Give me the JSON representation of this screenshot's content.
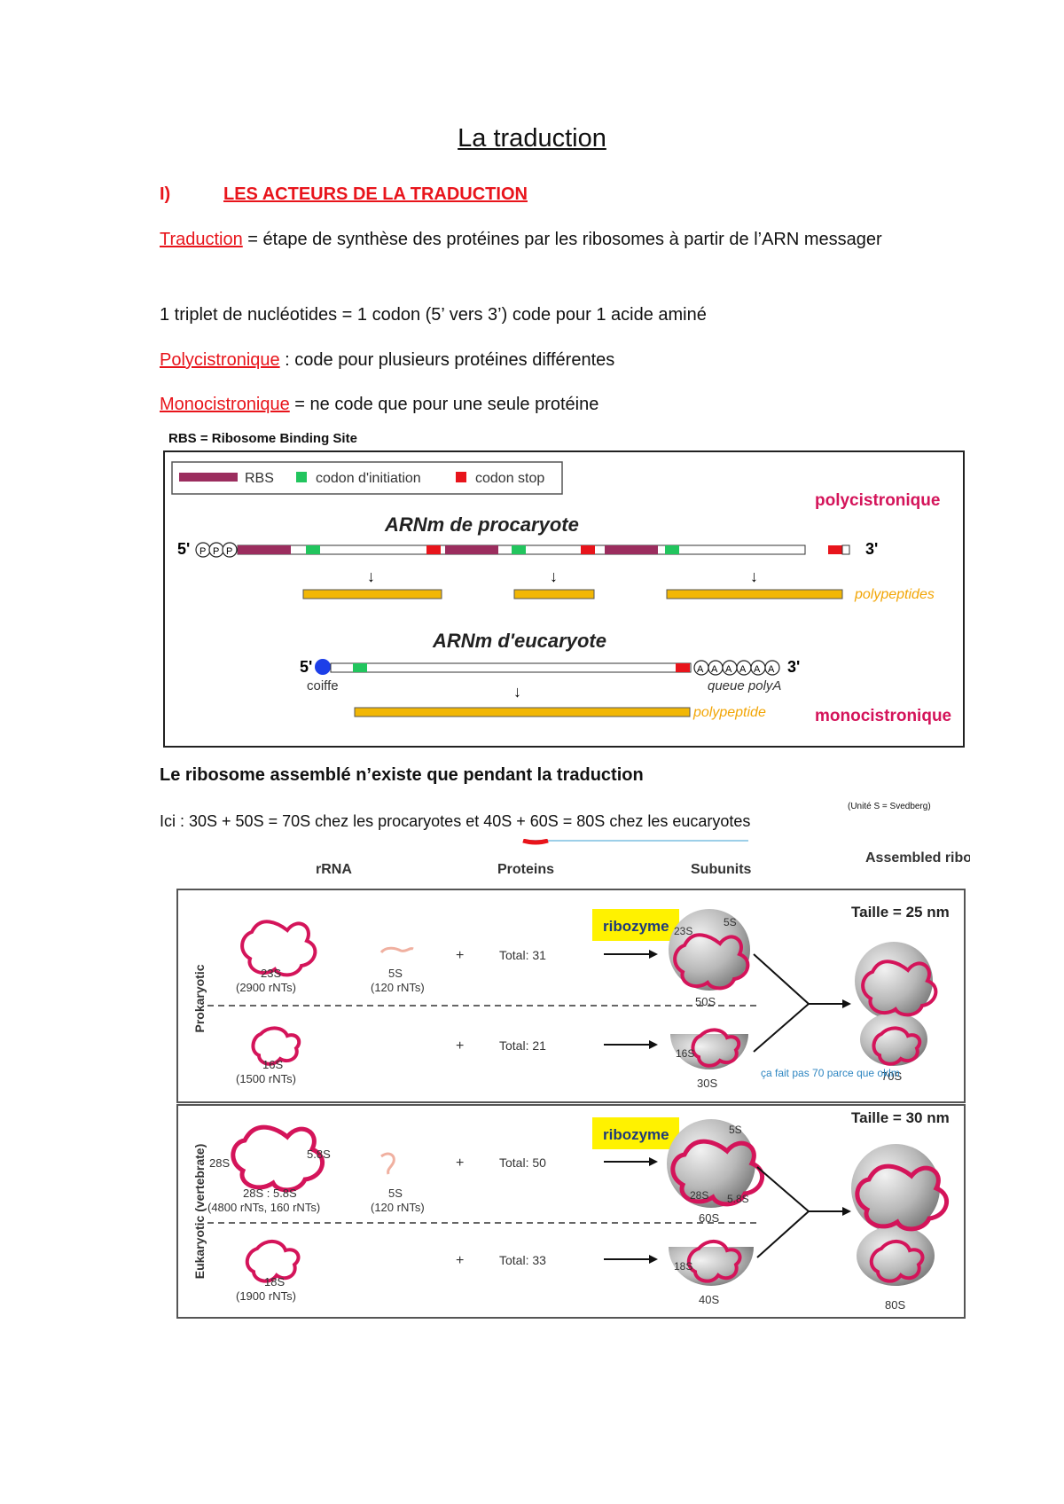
{
  "title": "La traduction",
  "section1": {
    "number": "I)",
    "heading": "LES ACTEURS DE LA TRADUCTION"
  },
  "definitions": {
    "traduction_term": "Traduction",
    "traduction_text": " = étape de synthèse des protéines par les ribosomes à partir de l’ARN messager",
    "codon_text": "1 triplet de nucléotides = 1 codon (5’ vers 3’) code pour 1 acide aminé",
    "poly_term": "Polycistronique",
    "poly_text": " : code pour plusieurs protéines différentes",
    "mono_term": "Monocistronique",
    "mono_text": " = ne code que pour une seule protéine"
  },
  "rbs_caption": "RBS = Ribosome Binding Site",
  "mrna_figure": {
    "legend": {
      "rbs": "RBS",
      "start": "codon d'initiation",
      "stop": "codon stop"
    },
    "prok_title": "ARNm de procaryote",
    "euk_title": "ARNm d'eucaryote",
    "five_prime": "5'",
    "three_prime": "3'",
    "phosphates": [
      "P",
      "P",
      "P"
    ],
    "polyA": [
      "A",
      "A",
      "A",
      "A",
      "A",
      "A"
    ],
    "cap_label": "coiffe",
    "polyA_label": "queue polyA",
    "polypeptides_label": "polypeptides",
    "polypeptide_label": "polypeptide",
    "poly_label": "polycistronique",
    "mono_label": "monocistronique",
    "arrow": "↓",
    "colors": {
      "rbs": "#9b2d5e",
      "start": "#22c55e",
      "stop": "#e8141b",
      "peptide": "#f2b705",
      "accent": "#d4145a"
    }
  },
  "ribosome_note": "Le ribosome assemblé n’existe que pendant la traduction",
  "ici_text": "Ici : 30S + 50S = 70S chez les procaryotes et 40S + 60S = 80S chez les eucaryotes",
  "svedberg_note": "(Unité S = Svedberg)",
  "ribosome_figure": {
    "headers": {
      "rrna": "rRNA",
      "proteins": "Proteins",
      "subunits": "Subunits",
      "assembled": "Assembled ribosomes"
    },
    "prok_label": "Prokaryotic",
    "euk_label": "Eukaryotic (vertebrate)",
    "plus": "+",
    "ribozyme": "ribozyme",
    "prok": {
      "size": "Taille = 25 nm",
      "r23s": "23S",
      "r23s_nt": "(2900 rNTs)",
      "r5s": "5S",
      "r5s_nt": "(120 rNTs)",
      "total_large": "Total: 31",
      "sub_large": "50S",
      "in_23s": "23S",
      "in_5s": "5S",
      "r16s": "16S",
      "r16s_nt": "(1500 rNTs)",
      "total_small": "Total: 21",
      "sub_small": "30S",
      "in_16s": "16S",
      "assembled": "70S",
      "note": "ça fait pas 70 parce que oklm"
    },
    "euk": {
      "size": "Taille = 30 nm",
      "r28s": "28S",
      "r58s": "5.8S",
      "r28_58": "28S : 5.8S",
      "r28_58_nt": "(4800 rNTs, 160 rNTs)",
      "r5s": "5S",
      "r5s_nt": "(120 rNTs)",
      "total_large": "Total: 50",
      "sub_large": "60S",
      "in_28s": "28S",
      "in_58s": "5.8S",
      "in_5s": "5S",
      "r18s": "18S",
      "r18s_nt": "(1900 rNTs)",
      "total_small": "Total: 33",
      "sub_small": "40S",
      "in_18s": "18S",
      "assembled": "80S"
    }
  }
}
